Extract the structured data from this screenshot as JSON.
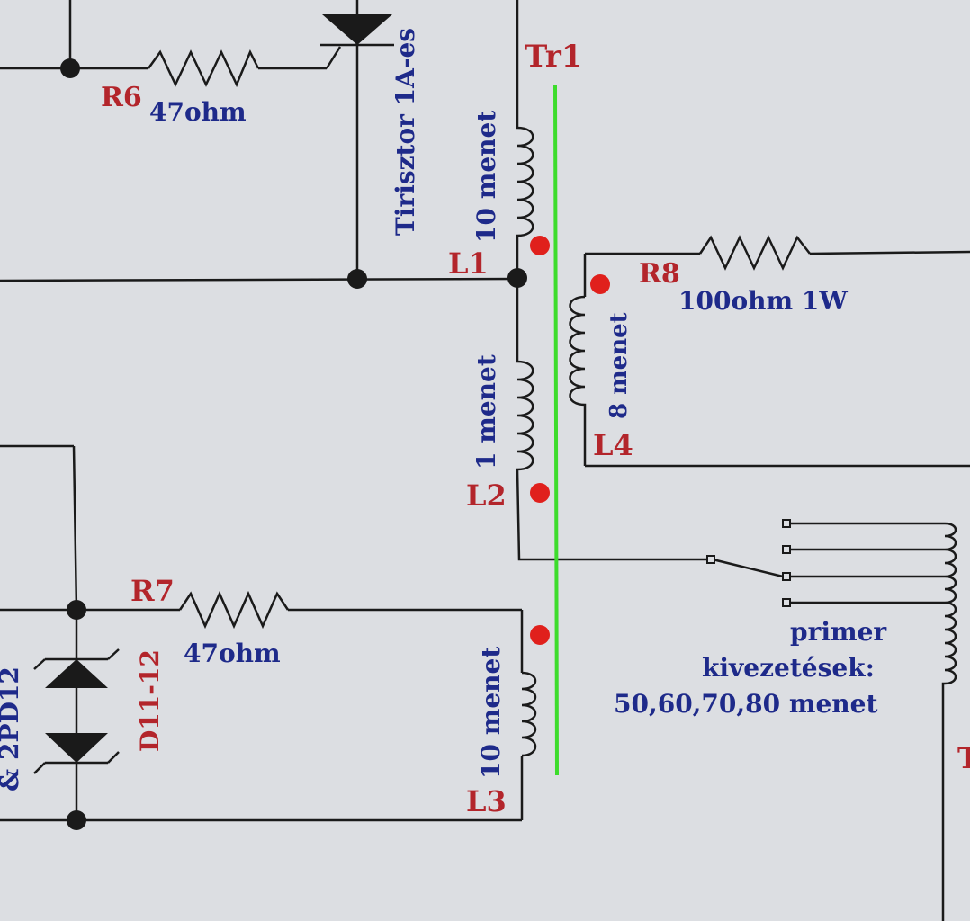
{
  "labels": {
    "r6": "R6",
    "r6_value": "47ohm",
    "thyristor": "Tirisztor 1A-es",
    "tr1": "Tr1",
    "l1": "L1",
    "l1_turns": "10 menet",
    "r8": "R8",
    "r8_value": "100ohm 1W",
    "l4": "L4",
    "l4_turns": "8 menet",
    "l2": "L2",
    "l2_turns": "1 menet",
    "r7": "R7",
    "r7_value": "47ohm",
    "diode": "D11-12",
    "zener_partial": "& 2PD12",
    "l3": "L3",
    "l3_turns": "10 menet",
    "primer_line1": "primer",
    "primer_line2": "kivezetések:",
    "primer_line3": "50,60,70,80 menet",
    "edge_partial": "T"
  },
  "colors": {
    "background": "#dcdee2",
    "wire": "#1a1a1a",
    "label_red": "#b3252b",
    "label_blue": "#1e2a8a",
    "core": "#3ddc2c",
    "dot": "#e0201c"
  }
}
